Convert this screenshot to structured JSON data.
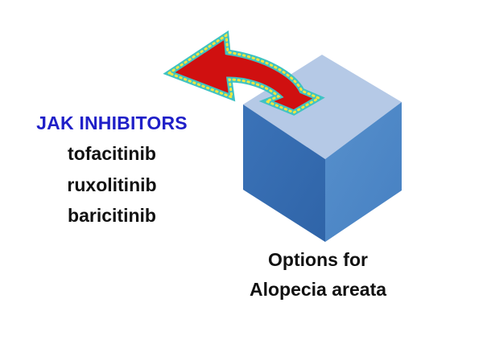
{
  "heading": "JAK INHIBITORS",
  "drugs": [
    "tofacitinib",
    "ruxolitinib",
    "baricitinib"
  ],
  "caption": {
    "line1": "Options for",
    "line2": "Alopecia areata"
  },
  "colors": {
    "heading": "#1f1fc8",
    "text": "#111111",
    "cube_top": "#b3c7e4",
    "cube_left": "#3d74b8",
    "cube_right": "#4a84c4",
    "arrow_fill": "#d01010",
    "arrow_border": "#40c4c4",
    "arrow_dots": "#f2e640"
  },
  "icons": {
    "cube": "cube-icon",
    "arrow": "curved-arrow-icon"
  }
}
